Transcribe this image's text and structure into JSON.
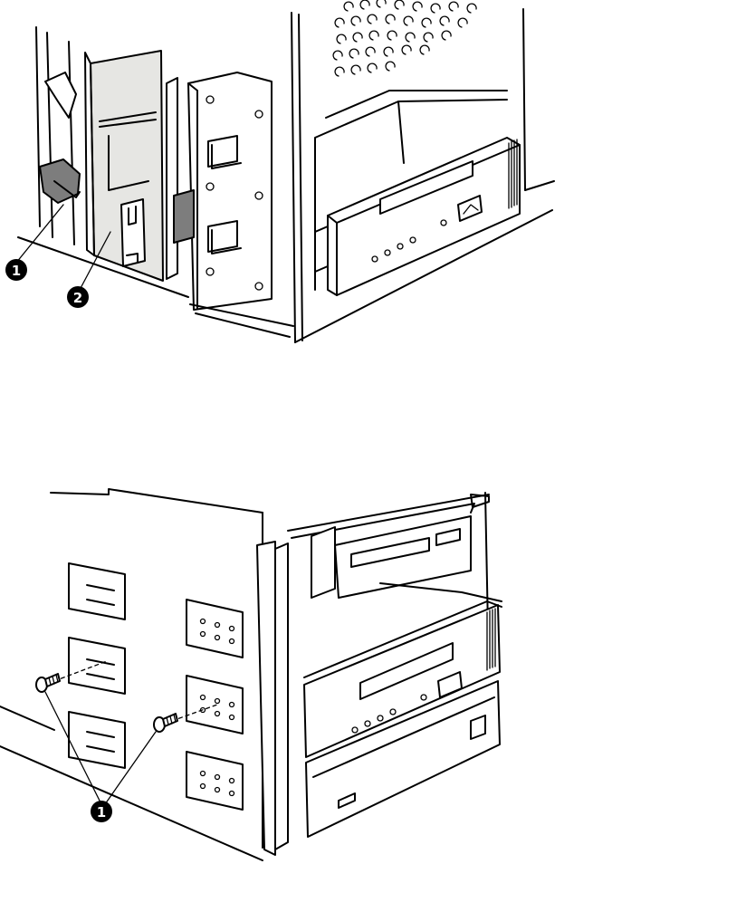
{
  "figure_top": {
    "callouts": [
      {
        "label": "1"
      },
      {
        "label": "2"
      }
    ]
  },
  "figure_bottom": {
    "callouts": [
      {
        "label": "1"
      }
    ]
  }
}
